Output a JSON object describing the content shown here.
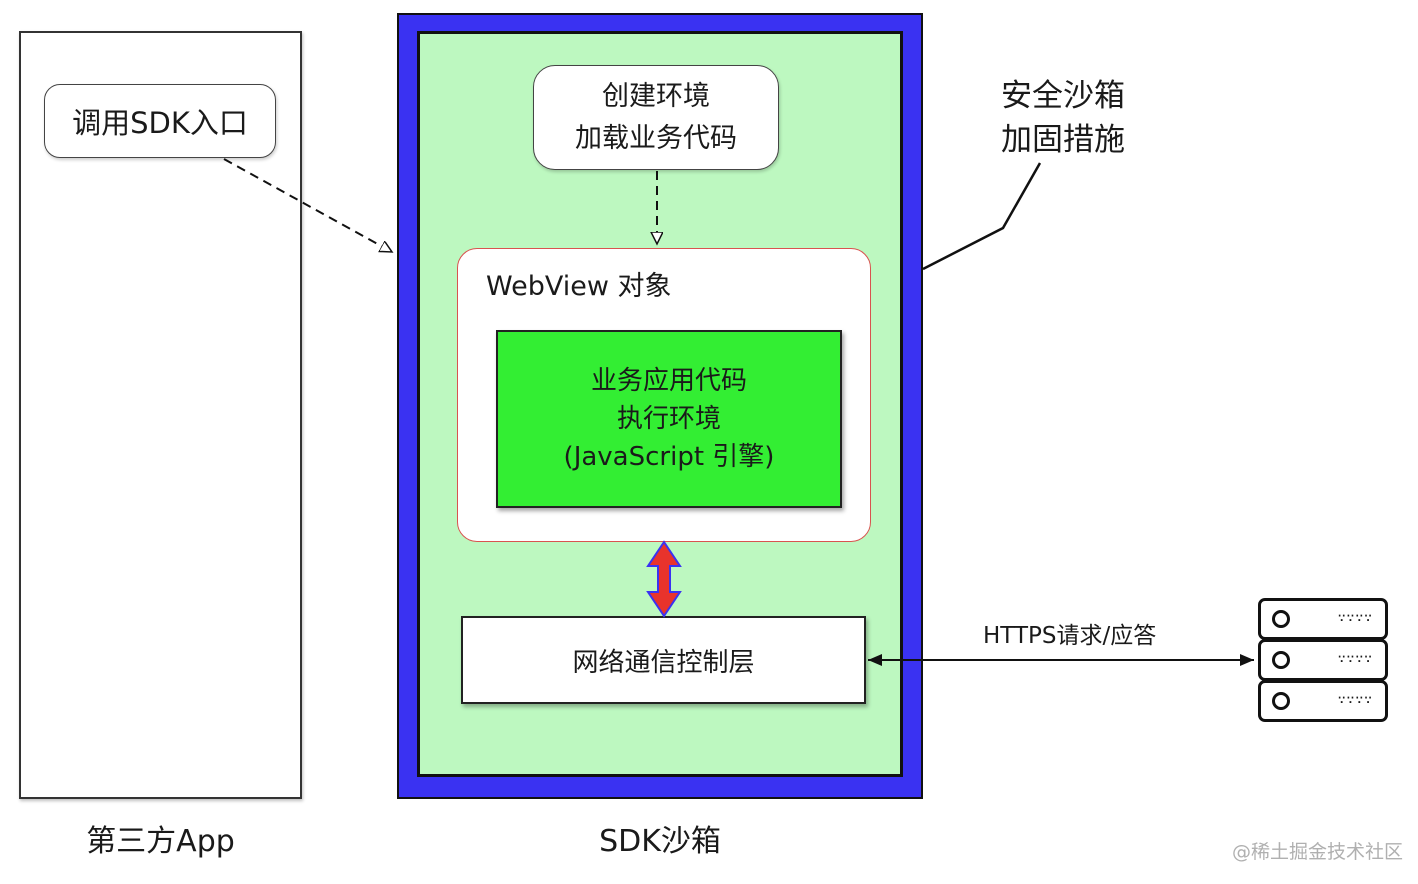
{
  "third_party_app": {
    "label": "第三方App",
    "entry_button": "调用SDK入口"
  },
  "sdk_sandbox": {
    "label": "SDK沙箱",
    "create_env": {
      "line1": "创建环境",
      "line2": "加载业务代码"
    },
    "webview": {
      "title": "WebView 对象",
      "runtime": {
        "line1": "业务应用代码",
        "line2": "执行环境",
        "line3": "(JavaScript 引擎)"
      }
    },
    "network_layer": "网络通信控制层"
  },
  "security": {
    "line1": "安全沙箱",
    "line2": "加固措施"
  },
  "connection": {
    "label": "HTTPS请求/应答"
  },
  "server": {
    "icon": "server-rack-icon",
    "units": [
      {
        "vent": "∵∵∵∵"
      },
      {
        "vent": "∵∵∵∵"
      },
      {
        "vent": "∵∵∵∵"
      }
    ]
  },
  "watermark": "@稀土掘金技术社区",
  "colors": {
    "sandbox_outer": "#3a32f2",
    "sandbox_inner": "#bdf8c0",
    "runtime": "#33ee33",
    "webview_border": "#d9534f",
    "bidirectional_arrow": "#e8332c"
  }
}
